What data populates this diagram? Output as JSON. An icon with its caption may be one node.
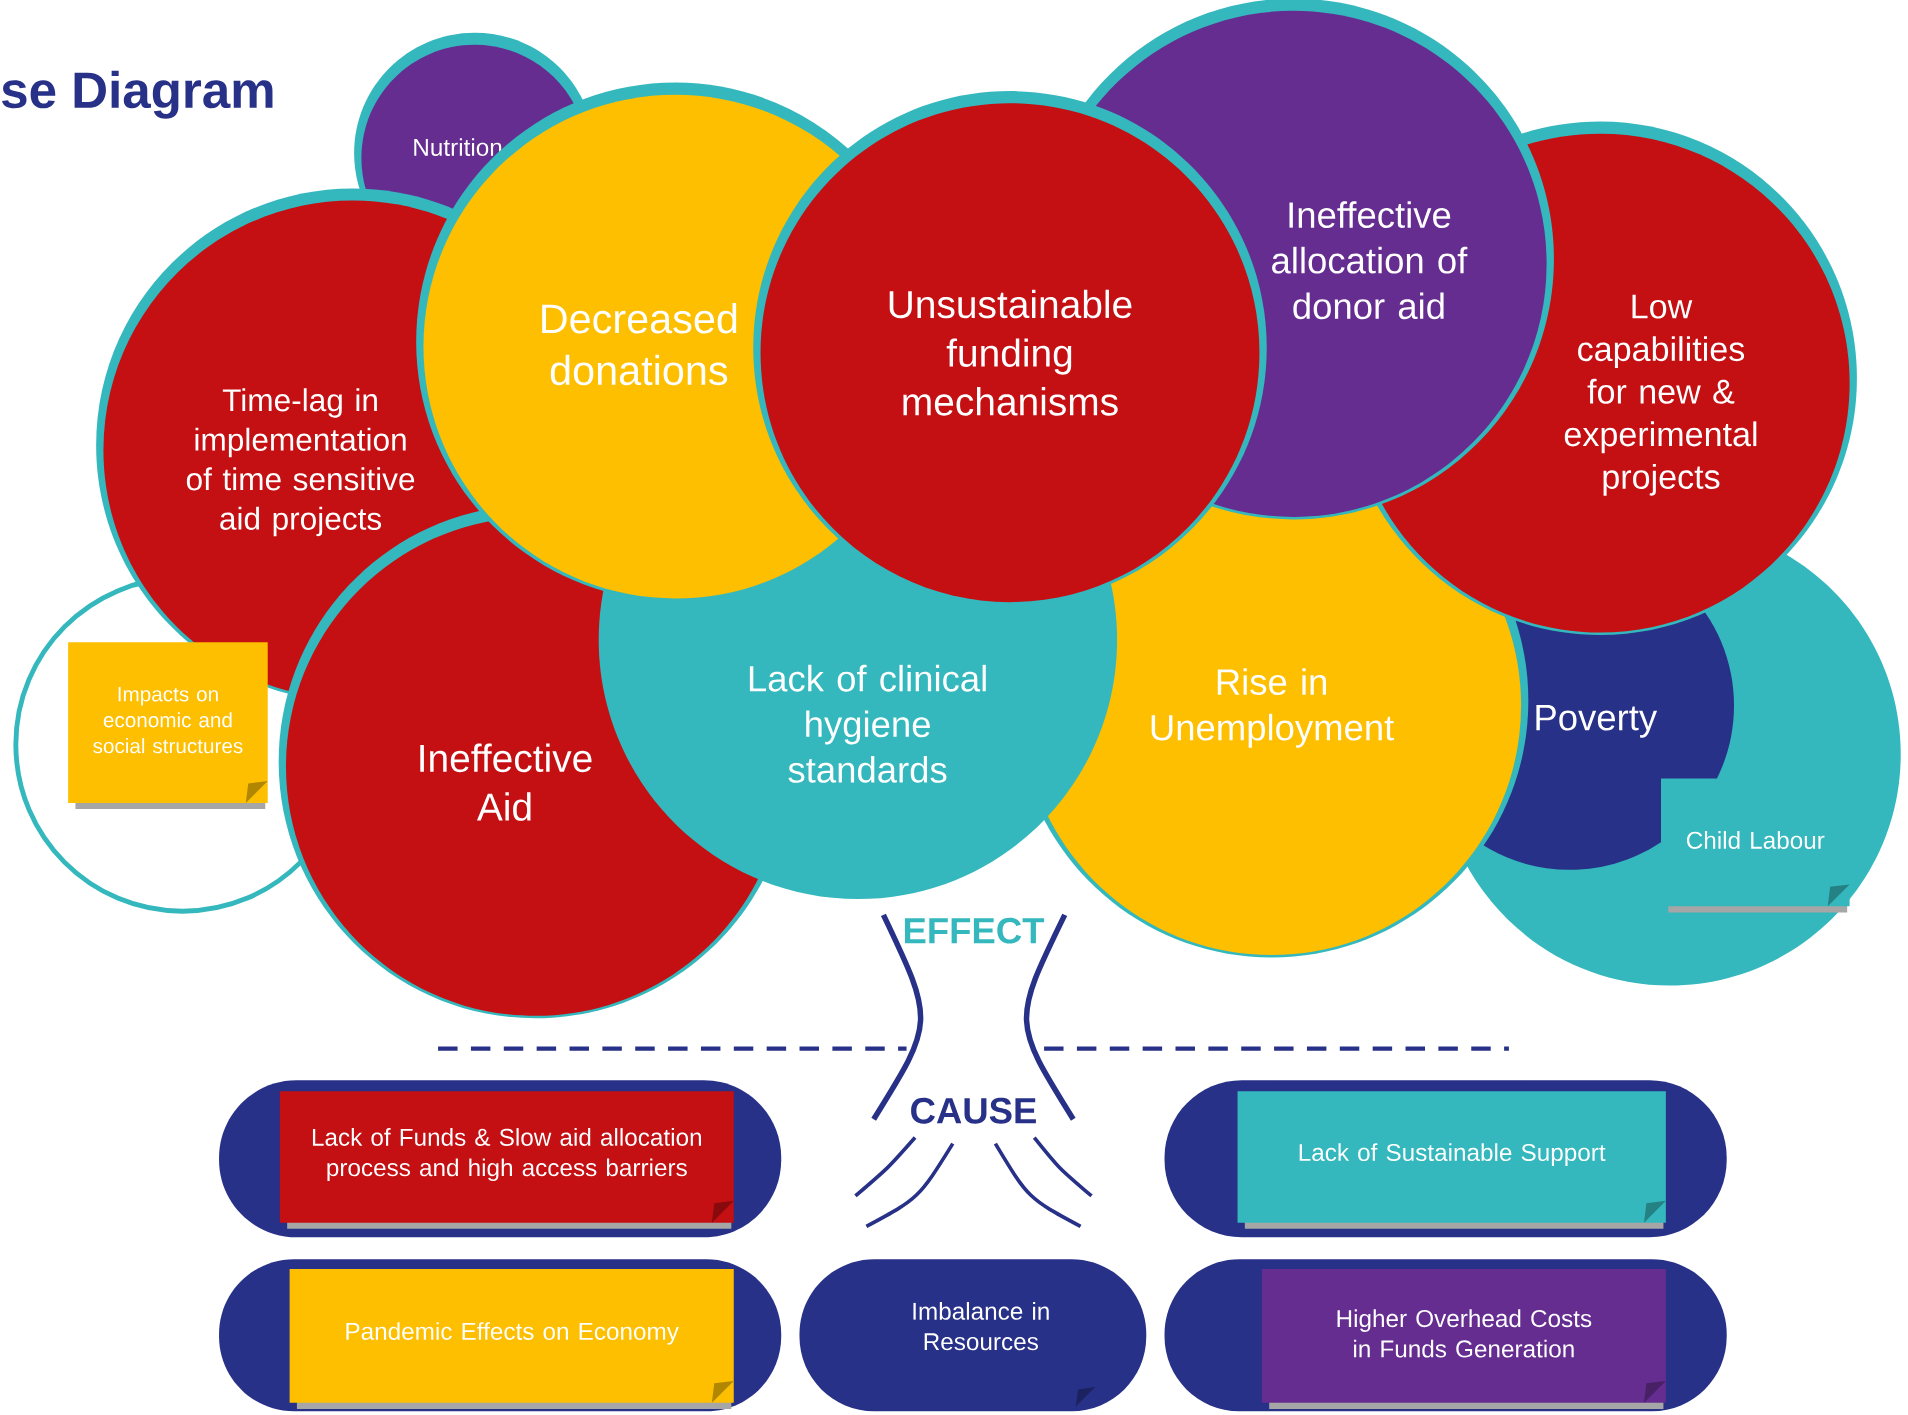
{
  "diagram": {
    "title": "se Diagram",
    "nodes": [
      {
        "text": [
          "Nutrition"
        ]
      },
      {
        "text": [
          "Decreased donations"
        ]
      },
      {
        "text": [
          "Unsustainable funding mechanisms"
        ]
      },
      {
        "text": [
          "Ineffective allocation of donor aid"
        ]
      },
      {
        "text": [
          "Time-lag in implementation of time sensitive aid projects"
        ]
      },
      {
        "text": [
          "Low capabilities for new & experimental projects"
        ]
      },
      {
        "text": [
          "Impacts on economic and social structures"
        ]
      },
      {
        "text": [
          "Ineffective Aid"
        ]
      },
      {
        "text": [
          "Lack of clinical hygiene standards"
        ]
      },
      {
        "text": [
          "Rise in Unemployment"
        ]
      },
      {
        "text": [
          "Poverty"
        ]
      },
      {
        "text": [
          "Child Labour"
        ]
      },
      {
        "text": [
          "Lack of Funds & Slow aid allocation process and high access barriers"
        ]
      },
      {
        "text": [
          "Lack of Sustainable Support"
        ]
      },
      {
        "text": [
          "Pandemic Effects on Economy"
        ]
      },
      {
        "text": [
          "Imbalance in Resources"
        ]
      },
      {
        "text": [
          "Higher Overhead Costs in Funds Generation"
        ]
      }
    ],
    "labels": [
      "EFFECT",
      "CAUSE"
    ]
  }
}
